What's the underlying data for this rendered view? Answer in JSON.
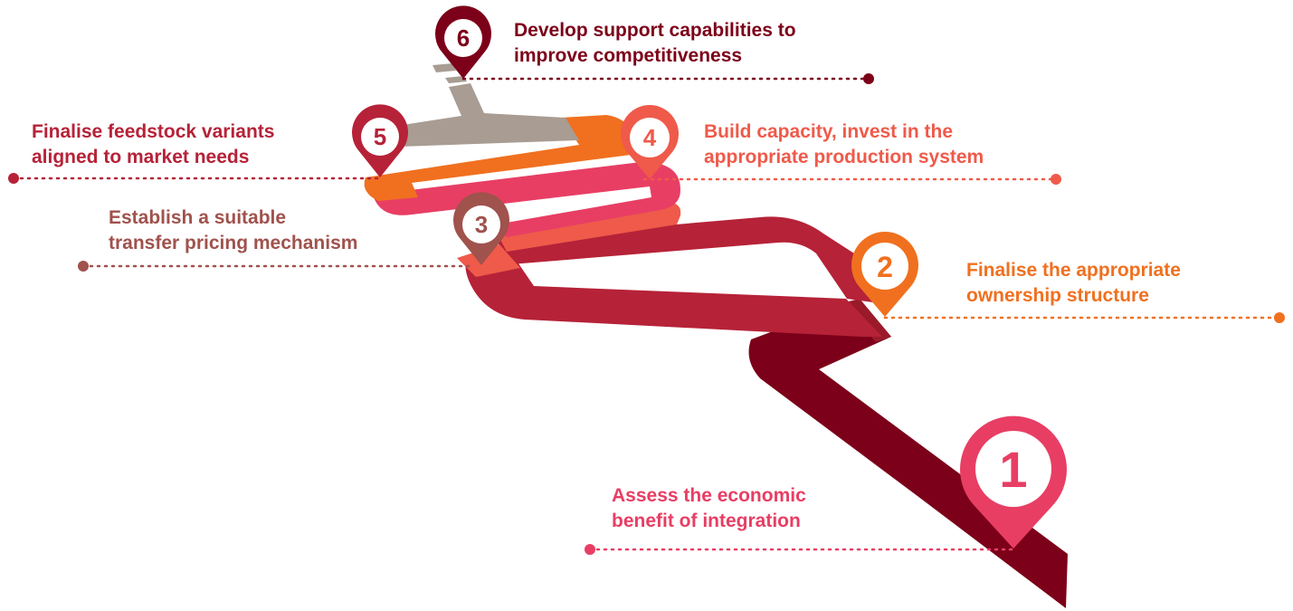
{
  "colors": {
    "dark_maroon": "#7c0019",
    "crimson": "#b62238",
    "coral_red": "#ef5a4a",
    "pink": "#e83e64",
    "orange": "#f0701f",
    "taupe": "#a89c93",
    "mauve": "#a0524d"
  },
  "steps": [
    {
      "number": "1",
      "line1": "Assess the economic",
      "line2": "benefit of integration",
      "color": "#e83e64"
    },
    {
      "number": "2",
      "line1": "Finalise the appropriate",
      "line2": "ownership structure",
      "color": "#f0701f"
    },
    {
      "number": "3",
      "line1": "Establish a suitable",
      "line2": "transfer pricing mechanism",
      "color": "#a0524d"
    },
    {
      "number": "4",
      "line1": "Build capacity, invest in the",
      "line2": "appropriate production system",
      "color": "#ef5a4a"
    },
    {
      "number": "5",
      "line1": "Finalise feedstock variants",
      "line2": "aligned to market needs",
      "color": "#b62238"
    },
    {
      "number": "6",
      "line1": "Develop support capabilities to",
      "line2": "improve competitiveness",
      "color": "#7c0019"
    }
  ]
}
